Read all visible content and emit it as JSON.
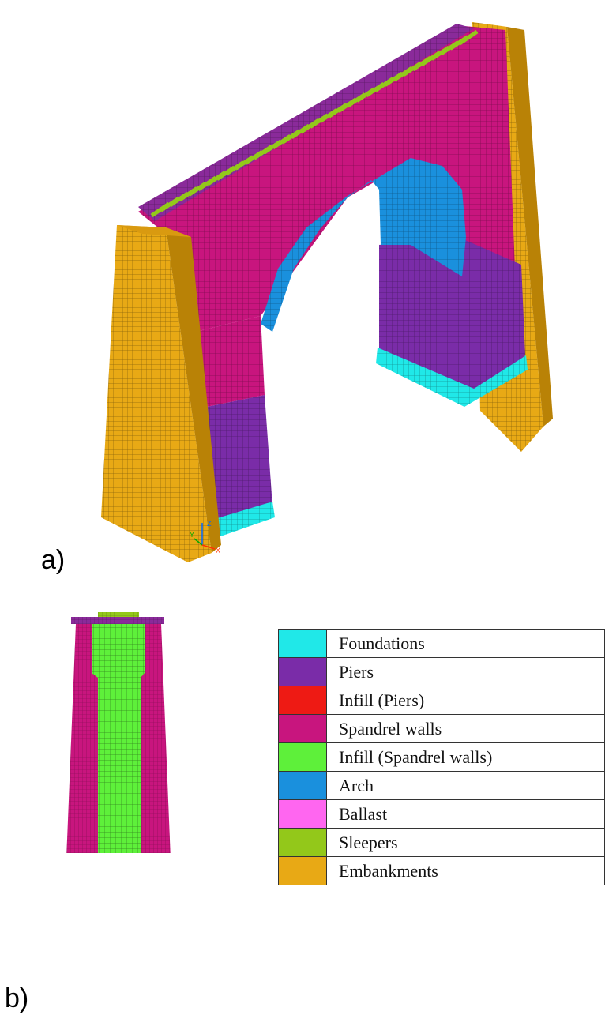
{
  "panels": {
    "a": "a)",
    "b": "b)"
  },
  "legend": [
    {
      "label": "Foundations",
      "color": "#20e8e8"
    },
    {
      "label": "Piers",
      "color": "#7a2ca8"
    },
    {
      "label": "Infill (Piers)",
      "color": "#ee1a14"
    },
    {
      "label": "Spandrel walls",
      "color": "#c8157e"
    },
    {
      "label": "Infill (Spandrel walls)",
      "color": "#5ef03a"
    },
    {
      "label": "Arch",
      "color": "#1a90dd"
    },
    {
      "label": "Ballast",
      "color": "#ff66f0"
    },
    {
      "label": "Sleepers",
      "color": "#93c81a"
    },
    {
      "label": "Embankments",
      "color": "#e8a915"
    }
  ],
  "axis_triad": {
    "x": "X",
    "y": "Y",
    "z": "Z"
  }
}
